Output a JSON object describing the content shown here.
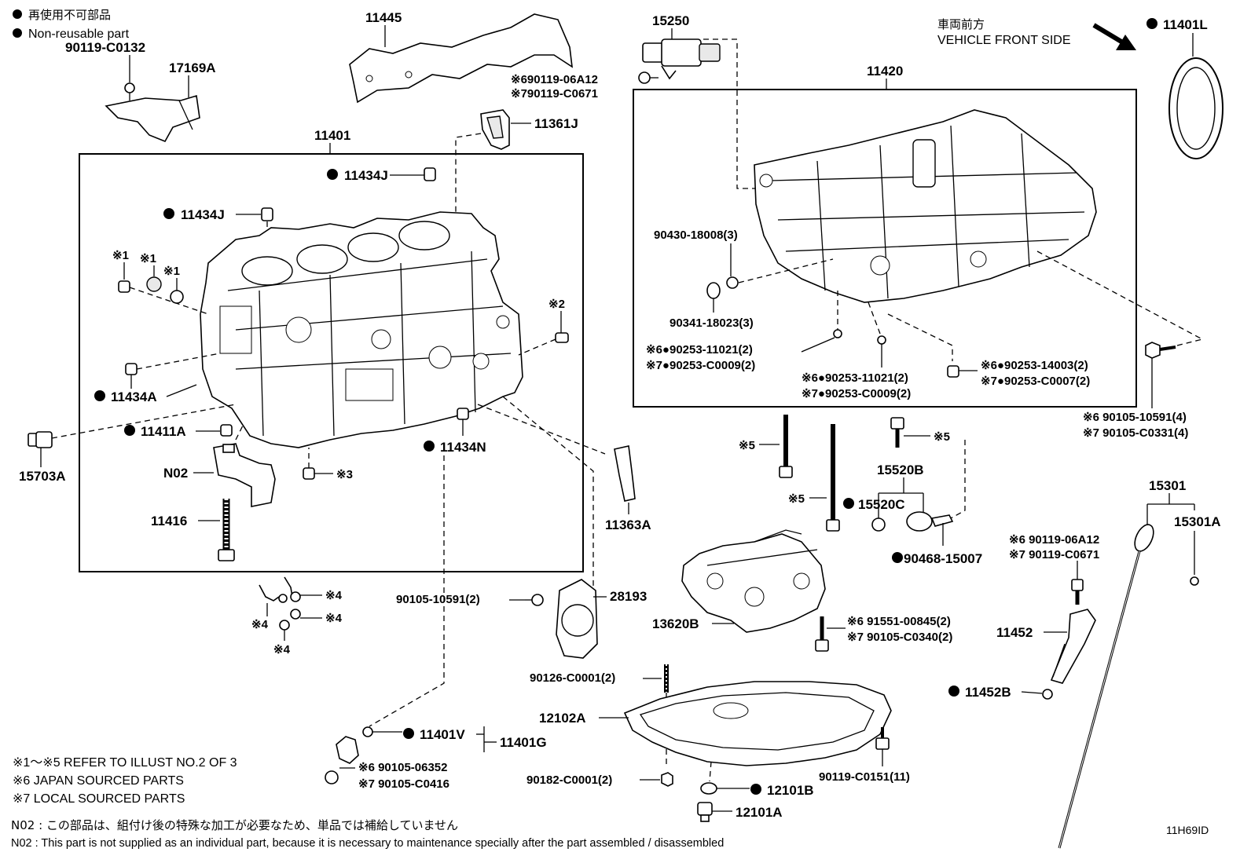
{
  "legend": {
    "jp": "再使用不可部品",
    "en": "Non-reusable part"
  },
  "vehicle_front": {
    "jp": "車両前方",
    "en": "VEHICLE FRONT SIDE"
  },
  "frames": {
    "block": "11401",
    "oil_pan_upper": "11420"
  },
  "parts": {
    "p90119_C0132": "90119-C0132",
    "p17169A": "17169A",
    "p11445": "11445",
    "p15250": "15250",
    "p690119": "※690119-06A12",
    "p790119": "※790119-C0671",
    "p11361J": "11361J",
    "p11434J_a": "11434J",
    "p11434J_b": "11434J",
    "k1a": "※1",
    "k1b": "※1",
    "k1c": "※1",
    "k2": "※2",
    "p11434A": "11434A",
    "p11411A": "11411A",
    "p15703A": "15703A",
    "pN02": "N02",
    "k3": "※3",
    "p11416": "11416",
    "p11434N": "11434N",
    "p11363A": "11363A",
    "k4a": "※4",
    "k4b": "※4",
    "k4c": "※4",
    "k4d": "※4",
    "p90105_10591_2": "90105-10591(2)",
    "p28193": "28193",
    "p11401V": "11401V",
    "p11401G": "11401G",
    "p6_90105_06352": "※6  90105-06352",
    "p7_90105_C0416": "※7  90105-C0416",
    "p11401L": "11401L",
    "p90430": "90430-18008(3)",
    "p90341": "90341-18023(3)",
    "p6_90253_11021_a": "※6●90253-11021(2)",
    "p7_90253_C0009_a": "※7●90253-C0009(2)",
    "p6_90253_11021_b": "※6●90253-11021(2)",
    "p7_90253_C0009_b": "※7●90253-C0009(2)",
    "p6_90253_14003": "※6●90253-14003(2)",
    "p7_90253_C0007": "※7●90253-C0007(2)",
    "p6_90105_10591_4": "※6 90105-10591(4)",
    "p7_90105_C0331_4": "※7 90105-C0331(4)",
    "k5a": "※5",
    "k5b": "※5",
    "k5c": "※5",
    "p15520B": "15520B",
    "p15520C": "15520C",
    "p90468": "90468-15007",
    "p13620B": "13620B",
    "p6_91551": "※6 91551-00845(2)",
    "p7_90105_C0340": "※7 90105-C0340(2)",
    "p15301": "15301",
    "p15301A": "15301A",
    "p6_90119_06A12": "※6  90119-06A12",
    "p7_90119_C0671": "※7  90119-C0671",
    "p11452": "11452",
    "p11452B": "11452B",
    "p90126": "90126-C0001(2)",
    "p12102A": "12102A",
    "p90182": "90182-C0001(2)",
    "p12101B": "12101B",
    "p12101A": "12101A",
    "p90119_C0151": "90119-C0151(11)"
  },
  "notes": {
    "refer": "※1～※5  REFER TO ILLUST NO.2 OF 3",
    "japan": "※6 JAPAN SOURCED PARTS",
    "local": "※7 LOCAL SOURCED PARTS",
    "n02_jp": "N02 : この部品は、組付け後の特殊な加工が必要なため、単品では補給していません",
    "n02_en": "N02 : This part is not supplied as an individual part, because it is necessary to maintenance specially after the part assembled / disassembled",
    "figure_id": "11H69ID"
  }
}
